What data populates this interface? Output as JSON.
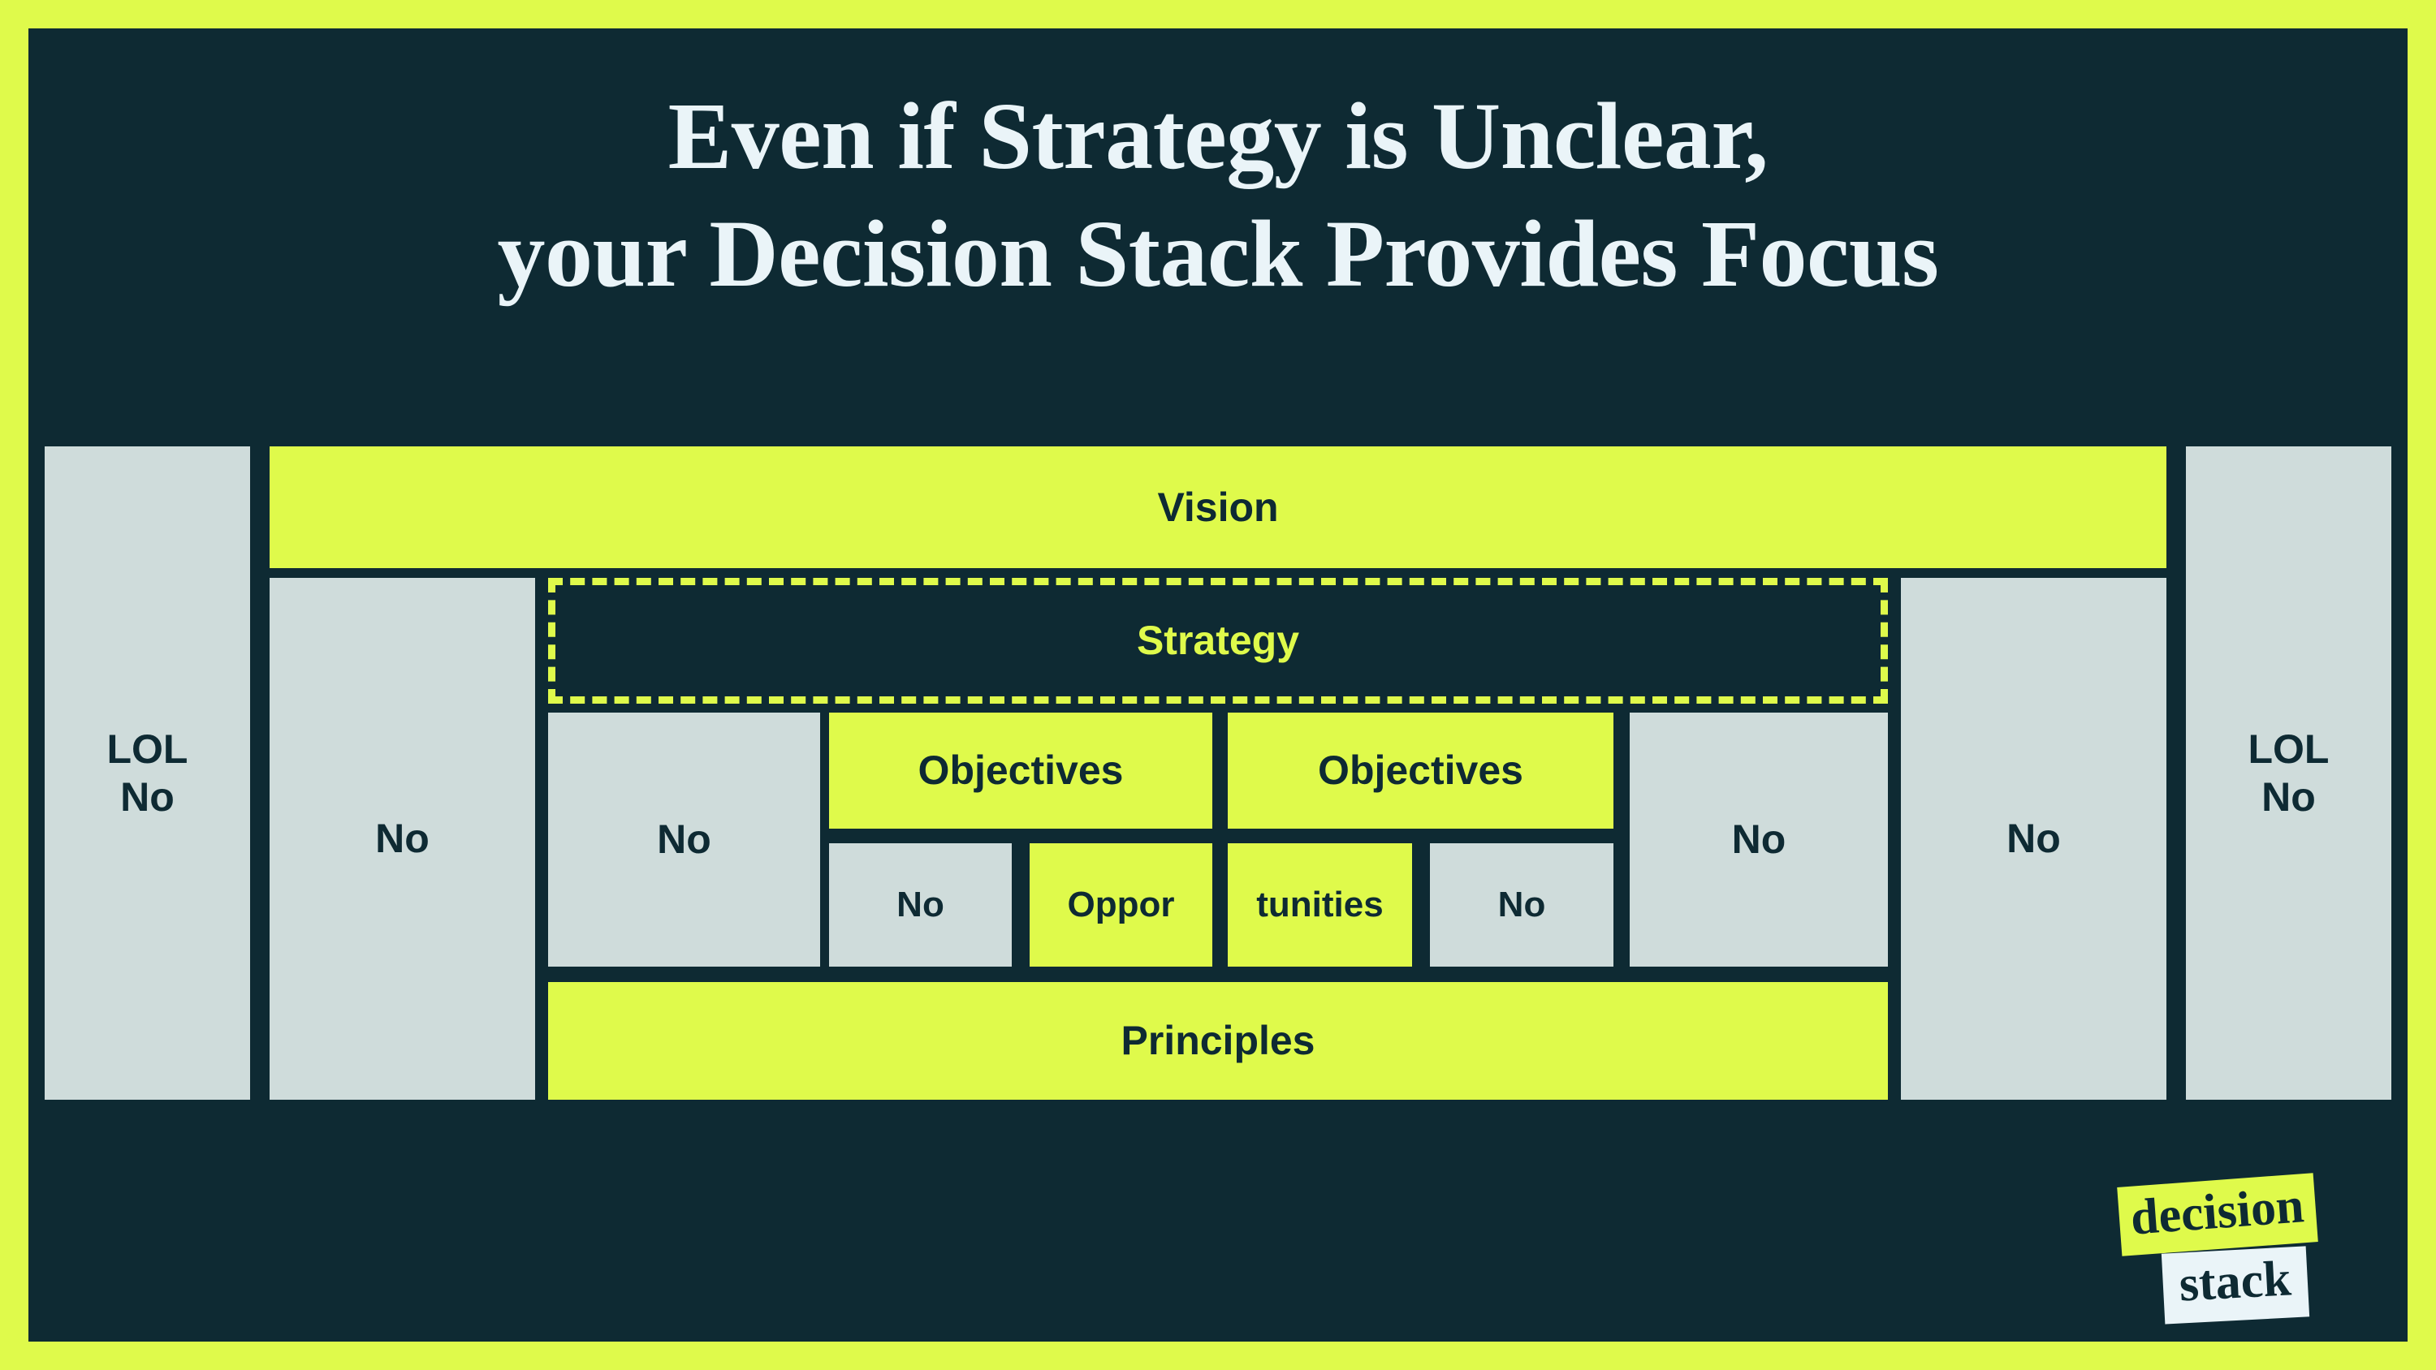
{
  "page": {
    "title_line_1": "Even if Strategy is Unclear,",
    "title_line_2": "your Decision Stack Provides Focus"
  },
  "colors": {
    "background_dark": "#0E2A33",
    "accent_lime": "#DFFA4B",
    "muted_gray": "#CFDCDB",
    "title_white": "#EAF4F8"
  },
  "diagram": {
    "outer_left": {
      "line1": "LOL",
      "line2": "No"
    },
    "outer_right": {
      "line1": "LOL",
      "line2": "No"
    },
    "inner_left_no": "No",
    "inner_right_no": "No",
    "vision": "Vision",
    "strategy": "Strategy",
    "strategy_row": {
      "left_no": "No",
      "right_no": "No"
    },
    "objectives_row": {
      "left_no": "No",
      "objectives_1": "Objectives",
      "objectives_2": "Objectives",
      "right_no": "No"
    },
    "opportunities_row": {
      "left_no": "No",
      "oppor": "Oppor",
      "tunities": "tunities",
      "right_no": "No"
    },
    "principles": "Principles"
  },
  "logo": {
    "word_top": "decision",
    "word_bottom": "stack"
  }
}
